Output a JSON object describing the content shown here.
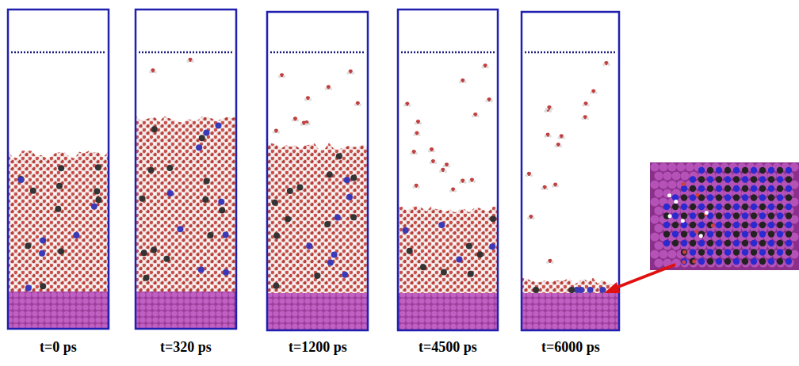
{
  "diagram": {
    "labels": [
      "t=0 ps",
      "t=320 ps",
      "t=1200 ps",
      "t=4500 ps",
      "t=6000 ps"
    ]
  }
}
